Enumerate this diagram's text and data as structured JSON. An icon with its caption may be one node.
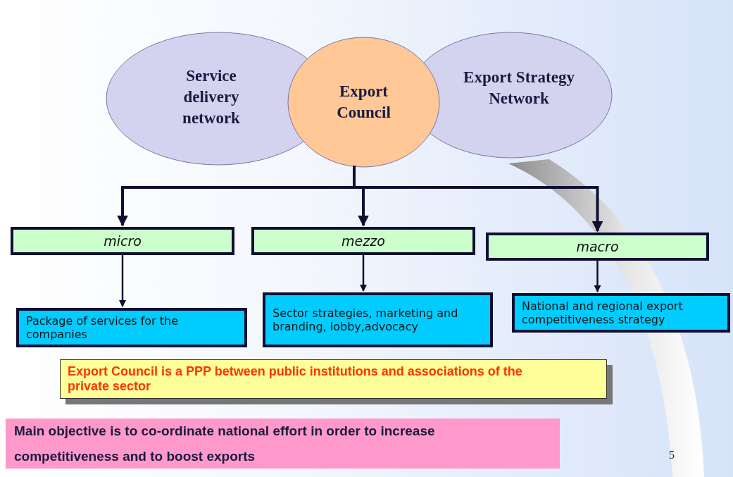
{
  "diagram": {
    "nodes": [
      {
        "text": [
          "Service delivery network"
        ]
      },
      {
        "text": [
          "Export Council"
        ]
      },
      {
        "text": [
          "Export Strategy Network"
        ]
      },
      {
        "text": [
          "micro"
        ]
      },
      {
        "text": [
          "mezzo"
        ]
      },
      {
        "text": [
          "macro"
        ]
      },
      {
        "text": [
          "Package of services for the companies"
        ]
      },
      {
        "text": [
          "Sector strategies, marketing and branding, lobby,advocacy"
        ]
      },
      {
        "text": [
          "National and regional export competitiveness strategy"
        ]
      },
      {
        "text": [
          "Export Council is a PPP between public institutions and associations of the private sector"
        ]
      },
      {
        "text": [
          "Main objective is to co-ordinate national effort in order to increase competitiveness and to boost exports"
        ]
      }
    ],
    "edges": [
      {
        "from": 1,
        "to": 3,
        "arrow": "to"
      },
      {
        "from": 1,
        "to": 4,
        "arrow": "to"
      },
      {
        "from": 1,
        "to": 5,
        "arrow": "to"
      },
      {
        "from": 3,
        "to": 6,
        "arrow": "to"
      },
      {
        "from": 4,
        "to": 7,
        "arrow": "to"
      },
      {
        "from": 5,
        "to": 8,
        "arrow": "to"
      }
    ],
    "labels": [
      "5"
    ]
  }
}
